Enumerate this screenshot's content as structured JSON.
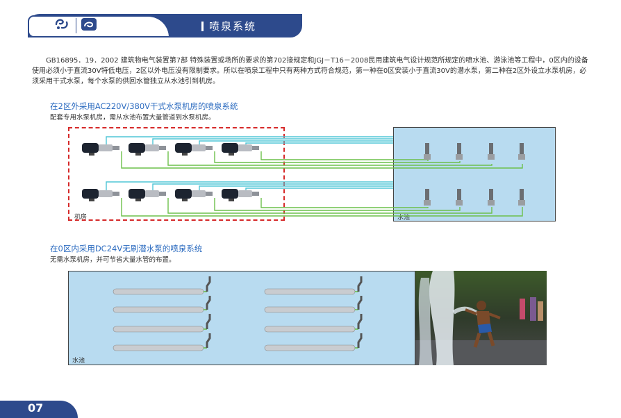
{
  "header": {
    "title": "喷泉系统"
  },
  "intro": {
    "paragraph": "GB16895．19．2002 建筑物电气装置第7部 特殊装置或场所的要求的第702接规定和JGJ－T16－2008民用建筑电气设计规范所规定的喷水池、游泳池等工程中，0区内的设备使用必须小于直流30V特低电压，2区以外电压没有限制要求。所以在喷泉工程中只有两种方式符合规范，第一种在0区安装小于直流30V的潜水泵，第二种在2区外设立水泵机房，必须采用干式水泵，每个水泵的供回水管独立从水池引到机房。"
  },
  "section1": {
    "heading": "在2区外采用AC220V/380V干式水泵机房的喷泉系统",
    "subtext": "配套专用水泵机房，需从水池布置大量管道到水泵机房。",
    "room_label": "机房",
    "pool_label": "水池"
  },
  "section2": {
    "heading": "在0区内采用DC24V无刷潜水泵的喷泉系统",
    "subtext": "无需水泵机房，并可节省大量水管的布置。",
    "pool_label": "水池"
  },
  "colors": {
    "brand_blue": "#2d4a8c",
    "heading_blue": "#2d6cc0",
    "pool_blue": "#b8dbf0",
    "dashed_red": "#d62a2a",
    "pipe_cyan": "#4ec5d6",
    "pipe_green": "#6cc04a"
  },
  "footer": {
    "page_number": "07"
  }
}
